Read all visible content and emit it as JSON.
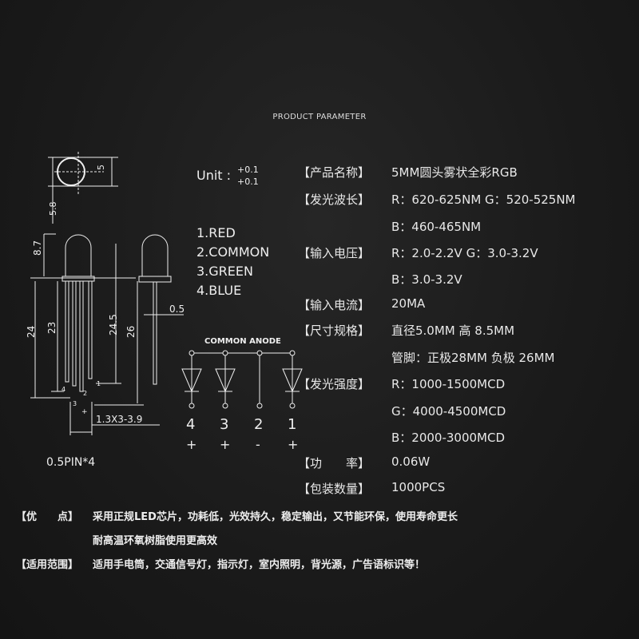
{
  "title": "PRODUCT PARAMETER",
  "unit": {
    "label": "Unit :",
    "tol_top": "+0.1",
    "tol_bottom": "+0.1"
  },
  "pins": [
    "1.RED",
    "2.COMMON",
    "3.GREEN",
    "4.BLUE"
  ],
  "dimensions": {
    "diameter": "5",
    "flange": "5.8",
    "head_height": "8.7",
    "lead_24": "24",
    "lead_23": "23",
    "lead_24_5": "24.5",
    "lead_26": "26",
    "lead_width": "0.5",
    "pitch": "1.3X3-3.9",
    "pin_spec": "0.5PIN*4",
    "pin_labels": [
      "1",
      "2",
      "3",
      "4"
    ],
    "plus": "+"
  },
  "circuit": {
    "title": "COMMON ANODE",
    "numbers": [
      "4",
      "3",
      "2",
      "1"
    ],
    "polarity": [
      "+",
      "+",
      "-",
      "+"
    ]
  },
  "specs": [
    {
      "label": "【产品名称】",
      "value": "5MM圆头雾状全彩RGB"
    },
    {
      "label": "【发光波长】",
      "value": "R：620-625NM G：520-525NM"
    },
    {
      "label": "",
      "value": "B：460-465NM"
    },
    {
      "label": "【输入电压】",
      "value": "R：2.0-2.2V G：3.0-3.2V"
    },
    {
      "label": "",
      "value": "B：3.0-3.2V"
    },
    {
      "label": "【输入电流】",
      "value": "20MA"
    },
    {
      "label": "【尺寸规格】",
      "value": "直径5.0MM 高 8.5MM"
    },
    {
      "label": "",
      "value": "管脚：正极28MM 负极 26MM"
    },
    {
      "label": "【发光强度】",
      "value": "R：1000-1500MCD"
    },
    {
      "label": "",
      "value": "G：4000-4500MCD"
    },
    {
      "label": "",
      "value": "B：2000-3000MCD"
    },
    {
      "label": "【功　　率】",
      "value": "0.06W"
    },
    {
      "label": "【包装数量】",
      "value": "1000PCS"
    }
  ],
  "advantages": {
    "label": "【优　　点】",
    "line1": "采用正规LED芯片，功耗低，光效持久，稳定输出，又节能环保，使用寿命更长",
    "line2": "耐高温环氧树脂使用更高效"
  },
  "applications": {
    "label": "【适用范围】",
    "value": "适用手电筒，交通信号灯，指示灯，室内照明，背光源，广告语标识等！"
  }
}
